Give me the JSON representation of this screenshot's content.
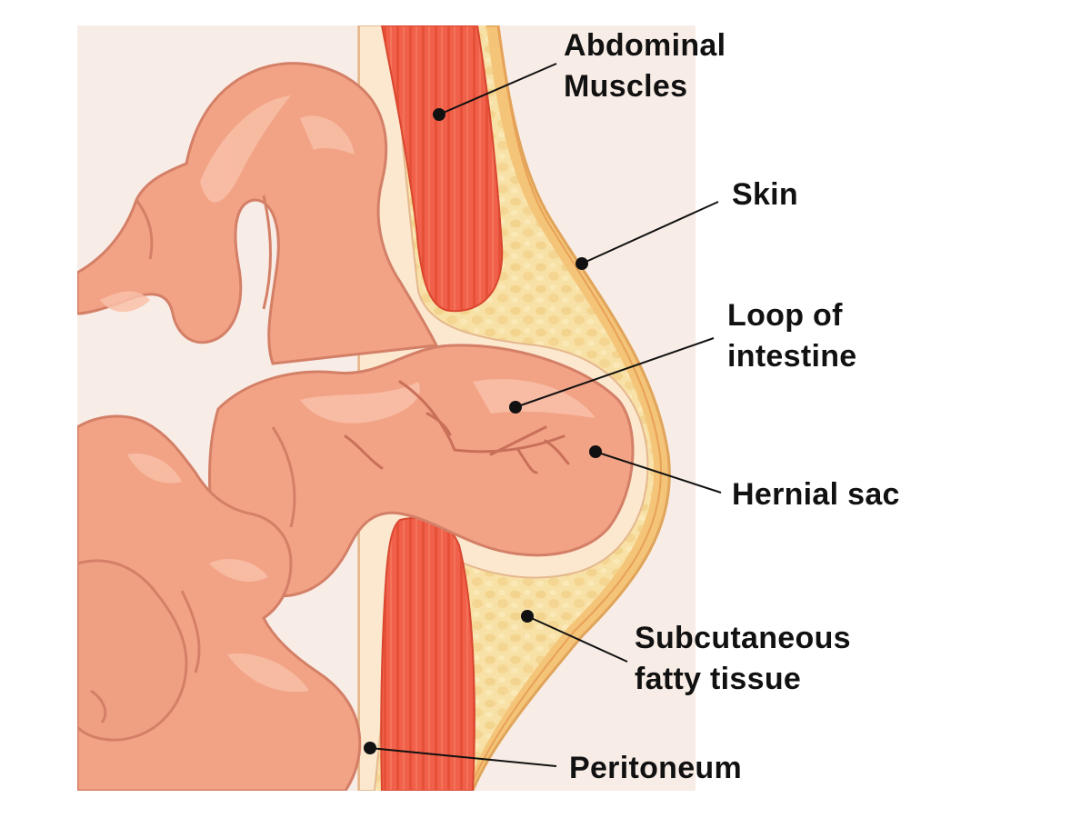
{
  "diagram": {
    "colors": {
      "background_tissue": "#f8ede6",
      "intestine": "#f2a385",
      "intestine_dark": "#d9826a",
      "intestine_light": "#f9c0a8",
      "muscle": "#f0604a",
      "muscle_dark": "#d9462f",
      "fat": "#f8e1a6",
      "skin": "#f4c479",
      "peritoneum": "#fbe8cf",
      "leader_line": "#111111"
    },
    "labels": {
      "abdominal_muscles": [
        "Abdominal",
        "Muscles"
      ],
      "skin": [
        "Skin"
      ],
      "loop_of_intestine": [
        "Loop of",
        "intestine"
      ],
      "hernial_sac": [
        "Hernial sac"
      ],
      "subcutaneous_fatty_tissue": [
        "Subcutaneous",
        "fatty tissue"
      ],
      "peritoneum": [
        "Peritoneum"
      ]
    }
  }
}
